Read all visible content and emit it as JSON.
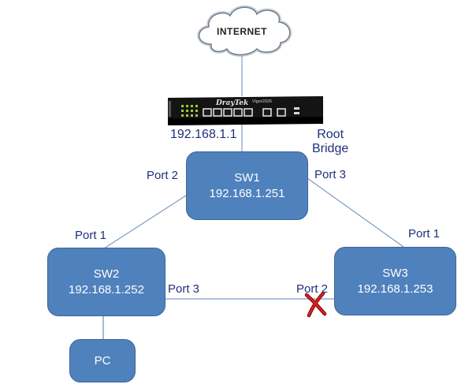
{
  "internet": {
    "label": "INTERNET"
  },
  "router": {
    "brand": "DrayTek",
    "model": "Vigor2926",
    "ip": "192.168.1.1"
  },
  "root_bridge": {
    "line1": "Root",
    "line2": "Bridge"
  },
  "sw1": {
    "name": "SW1",
    "ip": "192.168.1.251",
    "port_left": "Port 2",
    "port_right": "Port 3"
  },
  "sw2": {
    "name": "SW2",
    "ip": "192.168.1.252",
    "port_top": "Port 1",
    "port_right": "Port 3"
  },
  "sw3": {
    "name": "SW3",
    "ip": "192.168.1.253",
    "port_top": "Port 1",
    "port_left": "Port 2"
  },
  "pc": {
    "name": "PC"
  },
  "colors": {
    "node_fill": "#4f81bd",
    "label_text": "#1f2f7a",
    "blocked_mark": "#cc1111"
  }
}
